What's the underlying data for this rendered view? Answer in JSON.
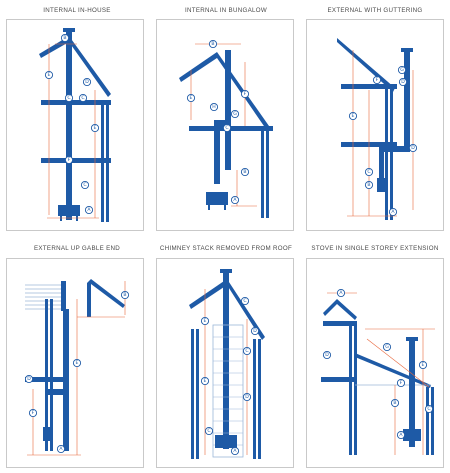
{
  "panels": [
    {
      "title": "INTERNAL IN-HOUSE",
      "labels": [
        "B",
        "E",
        "D",
        "C",
        "C",
        "E",
        "F",
        "C",
        "A"
      ]
    },
    {
      "title": "INTERNAL IN BUNGALOW",
      "labels": [
        "B",
        "E",
        "H",
        "F",
        "G",
        "C",
        "B",
        "A"
      ]
    },
    {
      "title": "EXTERNAL WITH GUTTERING",
      "labels": [
        "G",
        "F",
        "D",
        "E",
        "D",
        "C",
        "B",
        "A"
      ]
    },
    {
      "title": "EXTERNAL UP GABLE END",
      "labels": [
        "B",
        "E",
        "D",
        "F",
        "A"
      ]
    },
    {
      "title": "CHIMNEY STACK REMOVED FROM ROOF",
      "labels": [
        "C",
        "E",
        "D",
        "C",
        "E",
        "D",
        "C",
        "A"
      ]
    },
    {
      "title": "STOVE IN SINGLE STOREY EXTENSION",
      "labels": [
        "A",
        "E",
        "D",
        "F",
        "G",
        "B",
        "C",
        "A"
      ]
    }
  ],
  "colors": {
    "pipe": "#1e5aa6",
    "dimension": "#e8683d",
    "wall": "#1e5aa6",
    "panel_border": "#c9c9c9"
  }
}
